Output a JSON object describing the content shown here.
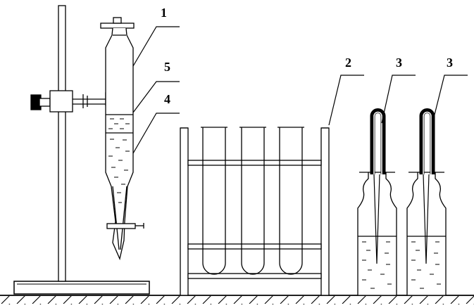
{
  "labels": {
    "separatory_funnel": "1",
    "upper_layer": "5",
    "lower_layer": "4",
    "test_tube_rack": "2",
    "u_tube_a": "3",
    "u_tube_b": "3"
  },
  "colors": {
    "stroke": "#000000",
    "background": "#ffffff",
    "clamp_knob": "#000000"
  }
}
